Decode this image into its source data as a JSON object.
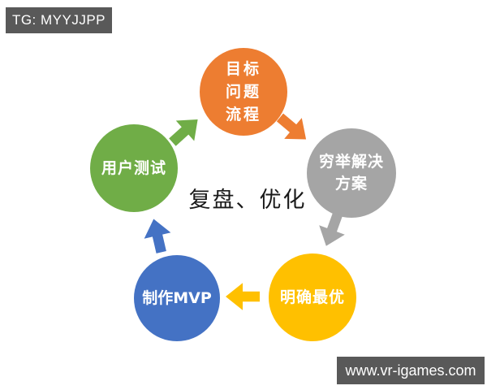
{
  "watermark_top": {
    "label": "TG: MYYJJPP",
    "bg": "#595959",
    "fg": "#ffffff"
  },
  "watermark_bottom": {
    "label": "www.vr-igames.com",
    "bg": "#595959",
    "fg": "#ffffff"
  },
  "diagram": {
    "center_label": "复盘、优化",
    "center_label_color": "#1a1a1a",
    "node_text_color": "#ffffff",
    "nodes": [
      {
        "id": "goal-problem-process",
        "lines": [
          "目标",
          "问题",
          "流程"
        ],
        "color": "#ED7D31"
      },
      {
        "id": "exhaustive-solutions",
        "lines": [
          "穷举解决",
          "方案"
        ],
        "color": "#A5A5A5"
      },
      {
        "id": "identify-optimal",
        "lines": [
          "明确最优"
        ],
        "color": "#FFC000"
      },
      {
        "id": "build-mvp",
        "lines": [
          "制作MVP"
        ],
        "color": "#4472C4"
      },
      {
        "id": "user-testing",
        "lines": [
          "用户测试"
        ],
        "color": "#70AD47"
      }
    ],
    "arrows": [
      {
        "from": "user-testing",
        "to": "goal-problem-process",
        "color": "#70AD47",
        "direction": "up-right"
      },
      {
        "from": "goal-problem-process",
        "to": "exhaustive-solutions",
        "color": "#ED7D31",
        "direction": "down-right"
      },
      {
        "from": "exhaustive-solutions",
        "to": "identify-optimal",
        "color": "#A5A5A5",
        "direction": "down-left"
      },
      {
        "from": "identify-optimal",
        "to": "build-mvp",
        "color": "#FFC000",
        "direction": "left"
      },
      {
        "from": "build-mvp",
        "to": "user-testing",
        "color": "#4472C4",
        "direction": "up"
      }
    ]
  }
}
